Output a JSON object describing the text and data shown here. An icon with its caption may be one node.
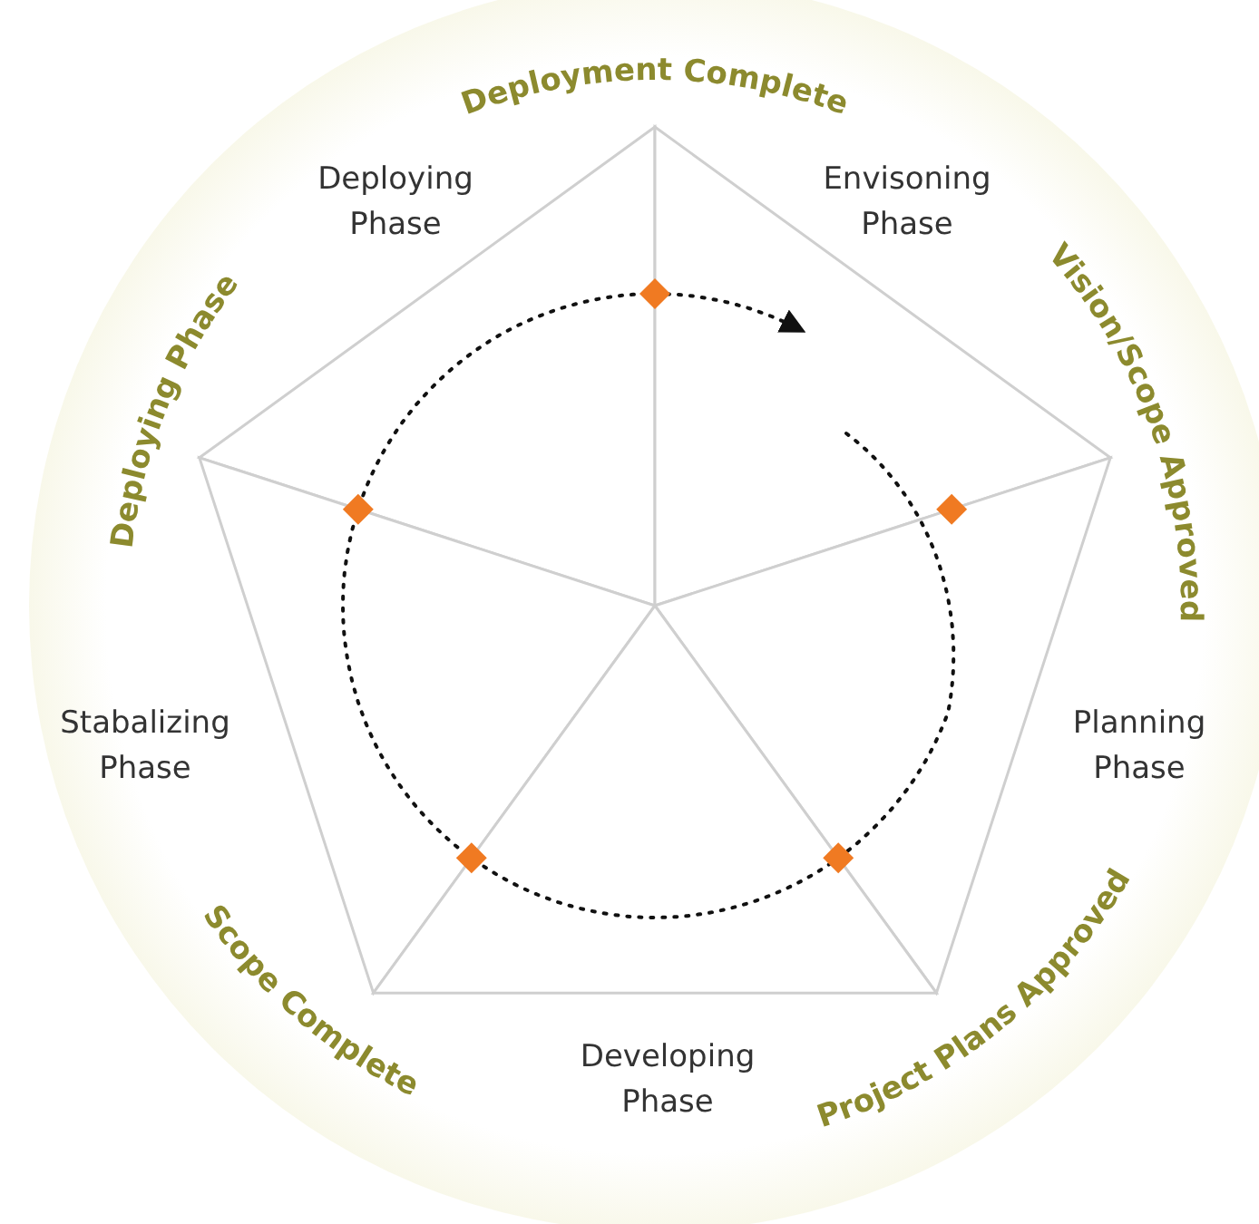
{
  "diagram": {
    "nodes": [
      {
        "text": [
          "Deploying Phase"
        ]
      },
      {
        "text": [
          "Envisoning Phase"
        ]
      },
      {
        "text": [
          "Stabalizing Phase"
        ]
      },
      {
        "text": [
          "Planning Phase"
        ]
      },
      {
        "text": [
          "Developing Phase"
        ]
      }
    ],
    "labels": [
      "Deployment Complete",
      "Vision/Scope Approved",
      "Deploying Phase",
      "Project Plans Approved",
      "Scope Complete"
    ]
  }
}
